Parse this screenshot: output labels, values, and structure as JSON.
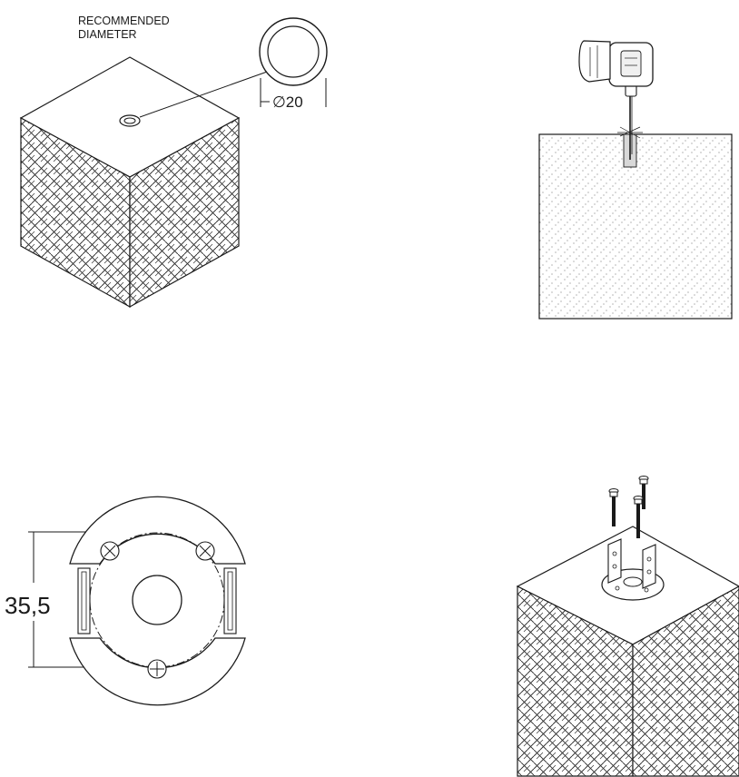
{
  "panel_top_left": {
    "caption_line1": "RECOMMENDED",
    "caption_line2": "DIAMETER",
    "diameter_label": "∅20"
  },
  "panel_bottom_left": {
    "height_label": "35,5"
  },
  "colors": {
    "ink": "#1a1a1a",
    "background": "#ffffff",
    "hatch": "#2a2a2a",
    "stipple": "#555555"
  },
  "icons": {
    "drill": "drill-icon",
    "screw": "screw-icon",
    "bracket": "bracket-icon"
  }
}
